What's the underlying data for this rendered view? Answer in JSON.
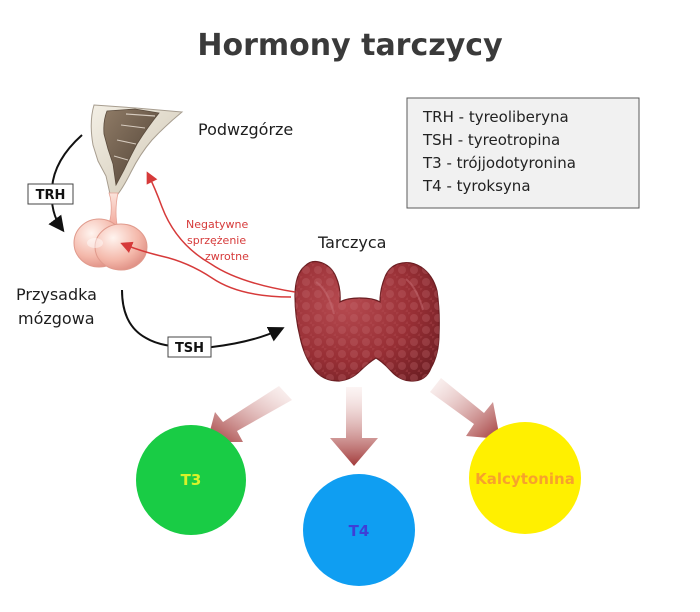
{
  "title": "Hormony tarczycy",
  "labels": {
    "hypothalamus": "Podwzgórze",
    "pituitary_line1": "Przysadka",
    "pituitary_line2": "mózgowa",
    "thyroid": "Tarczyca",
    "trh_box": "TRH",
    "tsh_box": "TSH",
    "feedback_line1": "Negatywne",
    "feedback_line2": "sprzężenie",
    "feedback_line3": "zwrotne"
  },
  "legend": [
    "TRH - tyreoliberyna",
    "TSH - tyreotropina",
    "T3 - trójjodotyronina",
    "T4 - tyroksyna"
  ],
  "hormones": [
    {
      "label": "T3",
      "color": "#19cc45",
      "text_color": "#d8f22a"
    },
    {
      "label": "T4",
      "color": "#0f9ef2",
      "text_color": "#3e3fd6"
    },
    {
      "label": "Kalcytonina",
      "color": "#fff000",
      "text_color": "#f7a22b"
    }
  ],
  "colors": {
    "feedback": "#d63a3a",
    "arrow_dark": "#8f1d1d",
    "thyroid": "#9a3438"
  }
}
